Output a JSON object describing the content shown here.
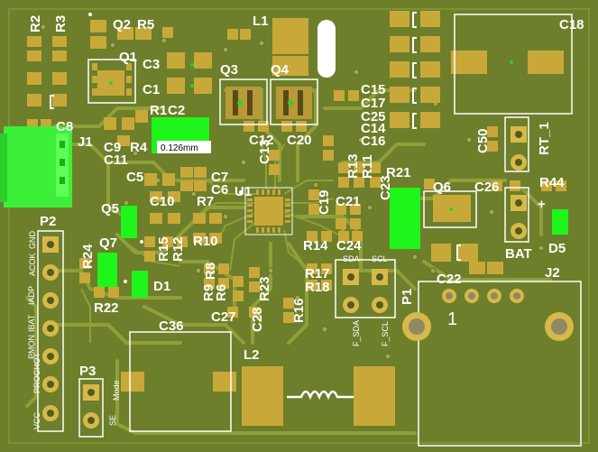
{
  "colors": {
    "board": "#6d7f2a",
    "board_light": "#7b8e34",
    "copper_trace": "#94a33c",
    "pad_gold": "#c9a83a",
    "pad_gold_light": "#d8b84a",
    "silkscreen": "#ffffff",
    "highlight_green": "#1ef51a",
    "connector_green": "#3cf03a"
  },
  "labels": {
    "r2": "R2",
    "r3": "R3",
    "q2": "Q2",
    "r5": "R5",
    "l1": "L1",
    "c18": "C18",
    "q1": "Q1",
    "c3": "C3",
    "c1": "C1",
    "q3": "Q3",
    "q4": "Q4",
    "r1": "R1",
    "c2": "C2",
    "c8": "C8",
    "j1": "J1",
    "c9": "C9",
    "r4": "R4",
    "c11": "C11",
    "c12": "C12",
    "c20": "C20",
    "c13": "C13",
    "c15": "C15",
    "c17": "C17",
    "c25": "C25",
    "c14": "C14",
    "c16": "C16",
    "c50": "C50",
    "rt1": "RT_1",
    "c5": "C5",
    "c7": "C7",
    "c6": "C6",
    "c10": "C10",
    "r7": "R7",
    "u1": "U1",
    "r13": "R13",
    "r11": "R11",
    "c23": "C23",
    "c19": "C19",
    "c21": "C21",
    "r21": "R21",
    "q6": "Q6",
    "c26": "C26",
    "r44": "R44",
    "q5": "Q5",
    "p2": "P2",
    "q7": "Q7",
    "r24": "R24",
    "r15": "R15",
    "r12": "R12",
    "r10": "R10",
    "r14": "R14",
    "c24": "C24",
    "sda": "SDA",
    "scl": "SCL",
    "bat": "BAT",
    "d5": "D5",
    "plus": "+",
    "r17": "R17",
    "r18": "R18",
    "r8": "R8",
    "r9": "R9",
    "r6": "R6",
    "r23": "R23",
    "d1": "D1",
    "r22": "R22",
    "c27": "C27",
    "c28": "C28",
    "r16": "R16",
    "p1": "P1",
    "f_sda": "F_SDA",
    "f_scl": "F_SCL",
    "c22": "C22",
    "j2": "J2",
    "pin1": "1",
    "c36": "C36",
    "l2": "L2",
    "p3": "P3",
    "mode": "Mode",
    "se": "SE",
    "p2_pins": [
      "GND",
      "ACOK",
      "IADP",
      "IBAT",
      "PMON",
      "PROCHOT",
      "VCC"
    ],
    "measurement": "0.126mm"
  }
}
